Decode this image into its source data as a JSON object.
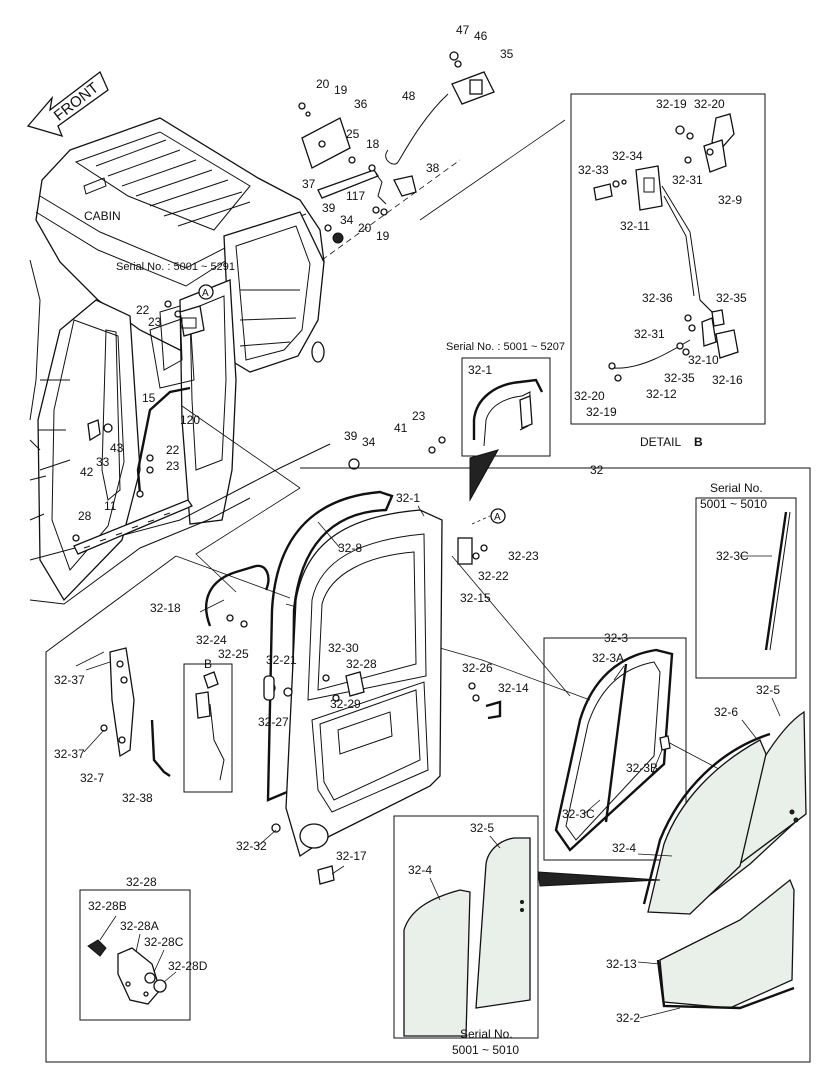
{
  "front_label": "FRONT",
  "cabin_label": "CABIN",
  "serial_main": "Serial No. : 5001 ~ 5291",
  "serial_seal": "Serial No. : 5001 ~ 5207",
  "serial_box_3c": [
    "Serial No.",
    "5001 ~ 5010"
  ],
  "serial_box_glass": [
    "Serial No.",
    "5001 ~ 5010"
  ],
  "detail_title": "DETAIL",
  "detail_letter": "B",
  "callout_a": "A",
  "callout_b": "B",
  "parts": {
    "p47": "47",
    "p46": "46",
    "p35": "35",
    "p48": "48",
    "p20a": "20",
    "p19a": "19",
    "p36": "36",
    "p25a": "25",
    "p18": "18",
    "p38": "38",
    "p37": "37",
    "p117": "117",
    "p39a": "39",
    "p34a": "34",
    "p20b": "20",
    "p19b": "19",
    "p22a": "22",
    "p23a": "23",
    "p15": "15",
    "p120": "120",
    "p43": "43",
    "p42": "42",
    "p33": "33",
    "p22b": "22",
    "p23b": "23",
    "p11": "11",
    "p28": "28",
    "p41": "41",
    "p23c": "23",
    "p39b": "39",
    "p34b": "34",
    "p32": "32",
    "p32_1": "32-1",
    "p32_1s": "32-1",
    "p32_8": "32-8",
    "p32_18": "32-18",
    "p32_24": "32-24",
    "p32_25": "32-25",
    "p32_21": "32-21",
    "p32_30": "32-30",
    "p32_28": "32-28",
    "p32_29": "32-29",
    "p32_27": "32-27",
    "p32_26": "32-26",
    "p32_14": "32-14",
    "p32_23": "32-23",
    "p32_22": "32-22",
    "p32_15": "32-15",
    "p32_37a": "32-37",
    "p32_37b": "32-37",
    "p32_7": "32-7",
    "p32_38": "32-38",
    "p32_32": "32-32",
    "p32_17": "32-17",
    "p32_28box": "32-28",
    "p32_28B": "32-28B",
    "p32_28A": "32-28A",
    "p32_28C": "32-28C",
    "p32_28D": "32-28D",
    "p32_3": "32-3",
    "p32_3A": "32-3A",
    "p32_3B": "32-3B",
    "p32_3C": "32-3C",
    "p32_3Cs": "32-3C",
    "p32_5a": "32-5",
    "p32_6": "32-6",
    "p32_4a": "32-4",
    "p32_13": "32-13",
    "p32_2": "32-2",
    "p32_4b": "32-4",
    "p32_5b": "32-5",
    "d32_19a": "32-19",
    "d32_20a": "32-20",
    "d32_33": "32-33",
    "d32_34": "32-34",
    "d32_31a": "32-31",
    "d32_9": "32-9",
    "d32_11": "32-11",
    "d32_36": "32-36",
    "d32_35a": "32-35",
    "d32_31b": "32-31",
    "d32_10": "32-10",
    "d32_35b": "32-35",
    "d32_16": "32-16",
    "d32_20b": "32-20",
    "d32_19b": "32-19",
    "d32_12": "32-12"
  }
}
